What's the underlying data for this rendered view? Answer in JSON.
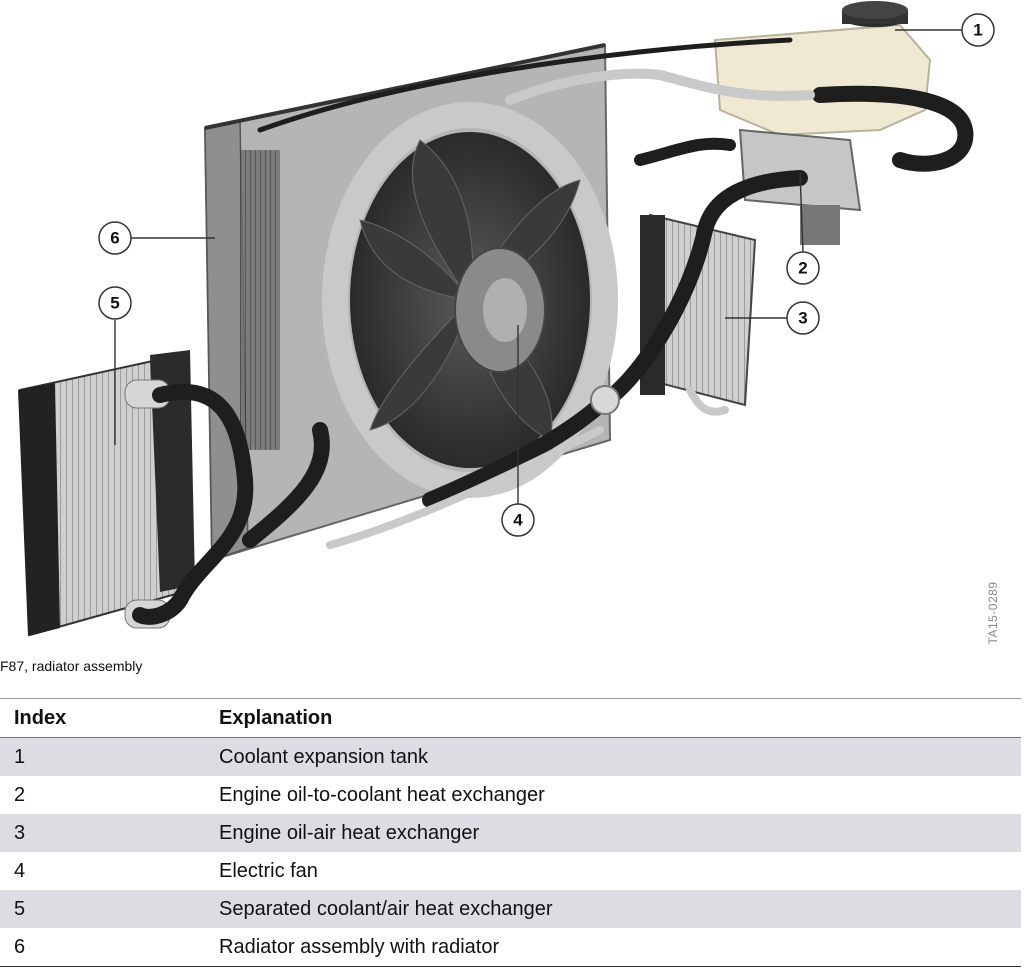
{
  "figure": {
    "callouts": [
      "1",
      "2",
      "3",
      "4",
      "5",
      "6"
    ],
    "watermark": "TA15-0289",
    "caption": "F87, radiator assembly"
  },
  "table": {
    "headers": {
      "index": "Index",
      "explanation": "Explanation"
    },
    "rows": [
      {
        "index": "1",
        "explanation": "Coolant expansion tank"
      },
      {
        "index": "2",
        "explanation": "Engine oil-to-coolant heat exchanger"
      },
      {
        "index": "3",
        "explanation": "Engine oil-air heat exchanger"
      },
      {
        "index": "4",
        "explanation": "Electric fan"
      },
      {
        "index": "5",
        "explanation": "Separated coolant/air heat exchanger"
      },
      {
        "index": "6",
        "explanation": "Radiator assembly with radiator"
      }
    ]
  }
}
